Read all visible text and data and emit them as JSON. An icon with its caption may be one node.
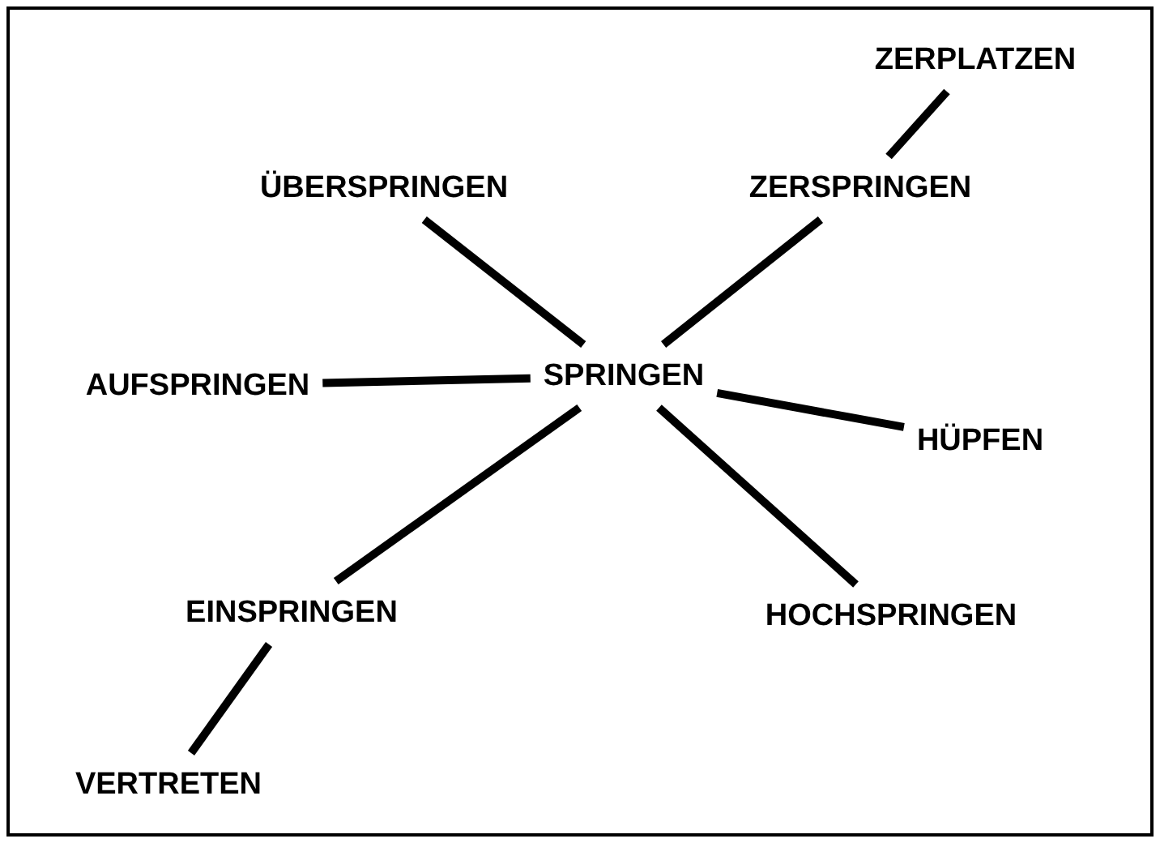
{
  "diagram": {
    "nodes": [
      {
        "text": [
          "ZERPLATZEN"
        ]
      },
      {
        "text": [
          "ÜBERSPRINGEN"
        ]
      },
      {
        "text": [
          "ZERSPRINGEN"
        ]
      },
      {
        "text": [
          "AUFSPRINGEN"
        ]
      },
      {
        "text": [
          "SPRINGEN"
        ]
      },
      {
        "text": [
          "HÜPFEN"
        ]
      },
      {
        "text": [
          "EINSPRINGEN"
        ]
      },
      {
        "text": [
          "HOCHSPRINGEN"
        ]
      },
      {
        "text": [
          "VERTRETEN"
        ]
      }
    ],
    "edges": [
      {
        "from": 4,
        "to": 1,
        "arrow": "none"
      },
      {
        "from": 4,
        "to": 2,
        "arrow": "none"
      },
      {
        "from": 2,
        "to": 0,
        "arrow": "none"
      },
      {
        "from": 4,
        "to": 3,
        "arrow": "none"
      },
      {
        "from": 4,
        "to": 5,
        "arrow": "none"
      },
      {
        "from": 4,
        "to": 7,
        "arrow": "none"
      },
      {
        "from": 4,
        "to": 6,
        "arrow": "none"
      },
      {
        "from": 6,
        "to": 8,
        "arrow": "none"
      }
    ]
  }
}
